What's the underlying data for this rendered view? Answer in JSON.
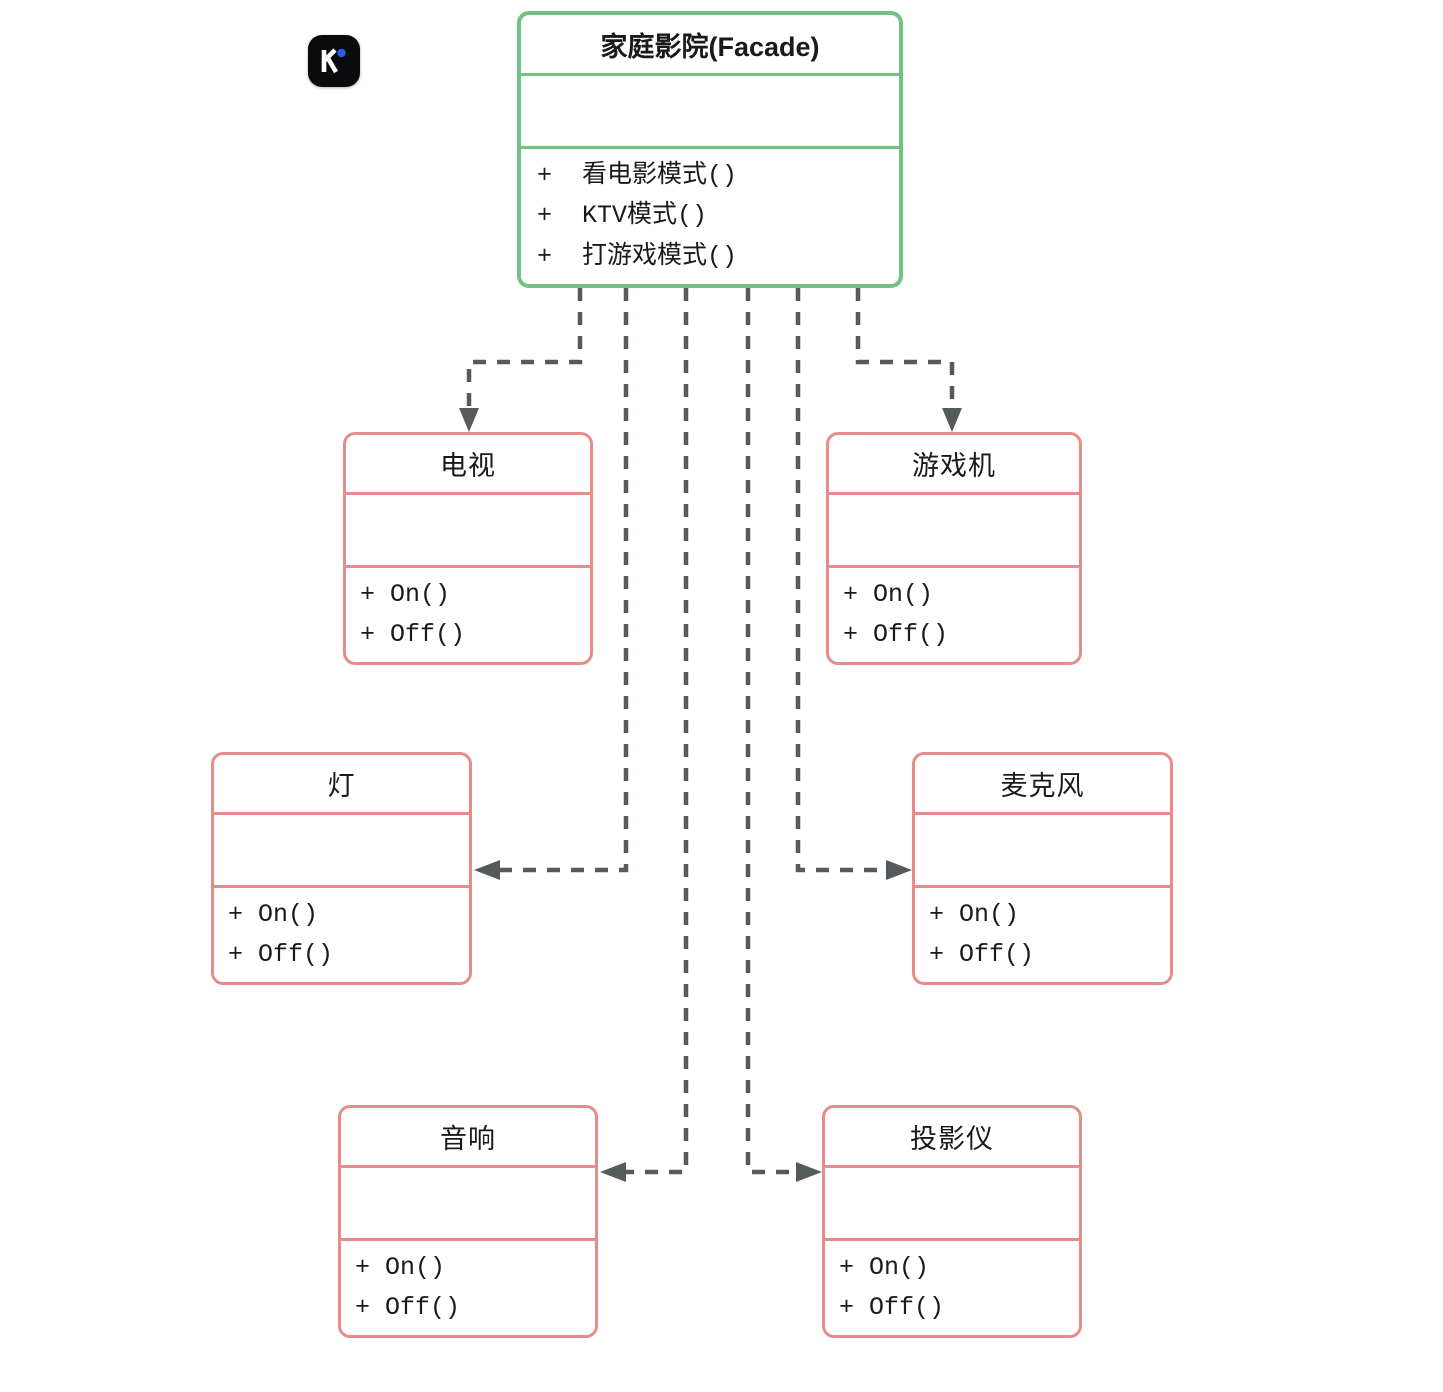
{
  "diagram": {
    "type": "uml-class-diagram",
    "title_icon": "kodo-logo-icon",
    "colors": {
      "facade_border": "#74c283",
      "component_border": "#e78b8b",
      "connector": "#555a5c",
      "background": "#ffffff",
      "logo_background": "#0b0b0d",
      "logo_mark": "#ffffff",
      "logo_dot": "#2b5cf0"
    },
    "relationship": "dependency (dashed open arrow)"
  },
  "facade": {
    "name": "家庭影院(Facade)",
    "attributes": [],
    "operations": [
      "+  看电影模式()",
      "+  KTV模式()",
      "+  打游戏模式()"
    ]
  },
  "components": [
    {
      "id": "tv",
      "name": "电视",
      "attributes": [],
      "operations": [
        "+ On()",
        "+ Off()"
      ]
    },
    {
      "id": "game-console",
      "name": "游戏机",
      "attributes": [],
      "operations": [
        "+ On()",
        "+ Off()"
      ]
    },
    {
      "id": "light",
      "name": "灯",
      "attributes": [],
      "operations": [
        "+ On()",
        "+ Off()"
      ]
    },
    {
      "id": "microphone",
      "name": "麦克风",
      "attributes": [],
      "operations": [
        "+ On()",
        "+ Off()"
      ]
    },
    {
      "id": "speaker",
      "name": "音响",
      "attributes": [],
      "operations": [
        "+ On()",
        "+ Off()"
      ]
    },
    {
      "id": "projector",
      "name": "投影仪",
      "attributes": [],
      "operations": [
        "+ On()",
        "+ Off()"
      ]
    }
  ]
}
